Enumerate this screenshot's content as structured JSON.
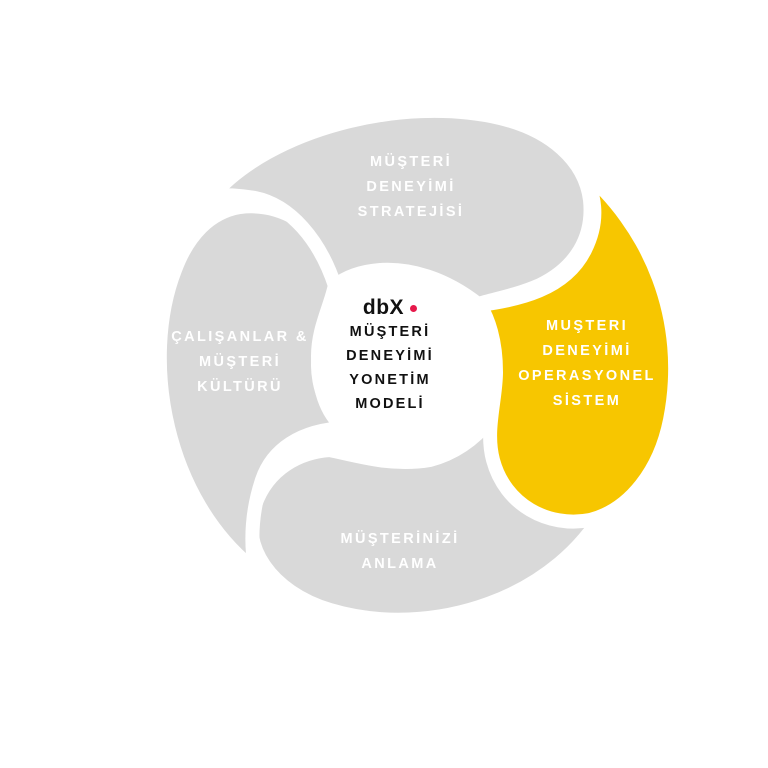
{
  "colors": {
    "segment_gray": "#d9d9d9",
    "segment_highlight": "#f7c600",
    "center_fill": "#ffffff",
    "label_light": "#ffffff",
    "label_dark": "#111111",
    "logo_dot": "#e6194b"
  },
  "center": {
    "logo_text": "dbX",
    "lines": [
      "MÜŞTERİ",
      "DENEYİMİ",
      "YONETİM",
      "MODELİ"
    ]
  },
  "segments": {
    "top": [
      "MÜŞTERİ",
      "DENEYİMİ",
      "STRATEJİSİ"
    ],
    "left": [
      "ÇALIŞANLAR &",
      "MÜŞTERİ",
      "KÜLTÜRÜ"
    ],
    "bottom": [
      "MÜŞTERİNİZİ",
      "ANLAMA"
    ],
    "right": [
      "MUŞTERI",
      "DENEYİMİ",
      "OPERASYONEL",
      "SİSTEM"
    ]
  }
}
